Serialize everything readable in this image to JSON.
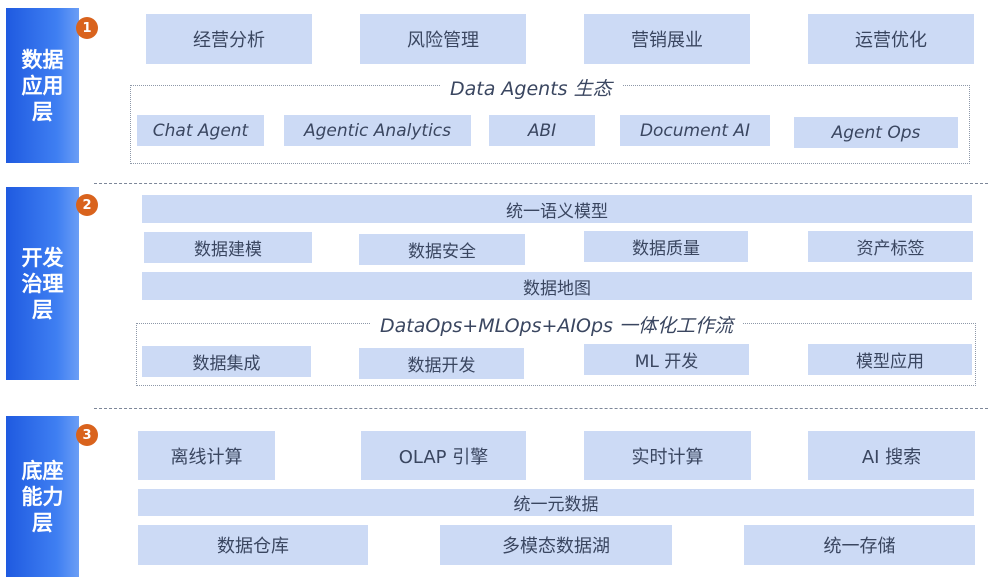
{
  "layers": [
    {
      "label": "数据\n应用\n层",
      "badge": "1",
      "top_row": [
        "经营分析",
        "风险管理",
        "营销展业",
        "运营优化"
      ],
      "group_title": "Data Agents 生态",
      "group_items": [
        "Chat Agent",
        "Agentic Analytics",
        "ABI",
        "Document AI",
        "Agent Ops"
      ]
    },
    {
      "label": "开发\n治理\n层",
      "badge": "2",
      "semantic_bar": "统一语义模型",
      "row": [
        "数据建模",
        "数据安全",
        "数据质量",
        "资产标签"
      ],
      "map_bar": "数据地图",
      "group_title": "DataOps+MLOps+AIOps 一体化工作流",
      "group_items": [
        "数据集成",
        "数据开发",
        "ML 开发",
        "模型应用"
      ]
    },
    {
      "label": "底座\n能力\n层",
      "badge": "3",
      "top_row": [
        "离线计算",
        "OLAP 引擎",
        "实时计算",
        "AI 搜索"
      ],
      "unified_bar": "统一元数据",
      "bottom_row": [
        "数据仓库",
        "多模态数据湖",
        "统一存储"
      ]
    }
  ],
  "colors": {
    "layer_label_bg": "#2a64e6",
    "badge_bg": "#d9631d",
    "box_bg": "#ccdaf5",
    "text": "#3a4660"
  }
}
